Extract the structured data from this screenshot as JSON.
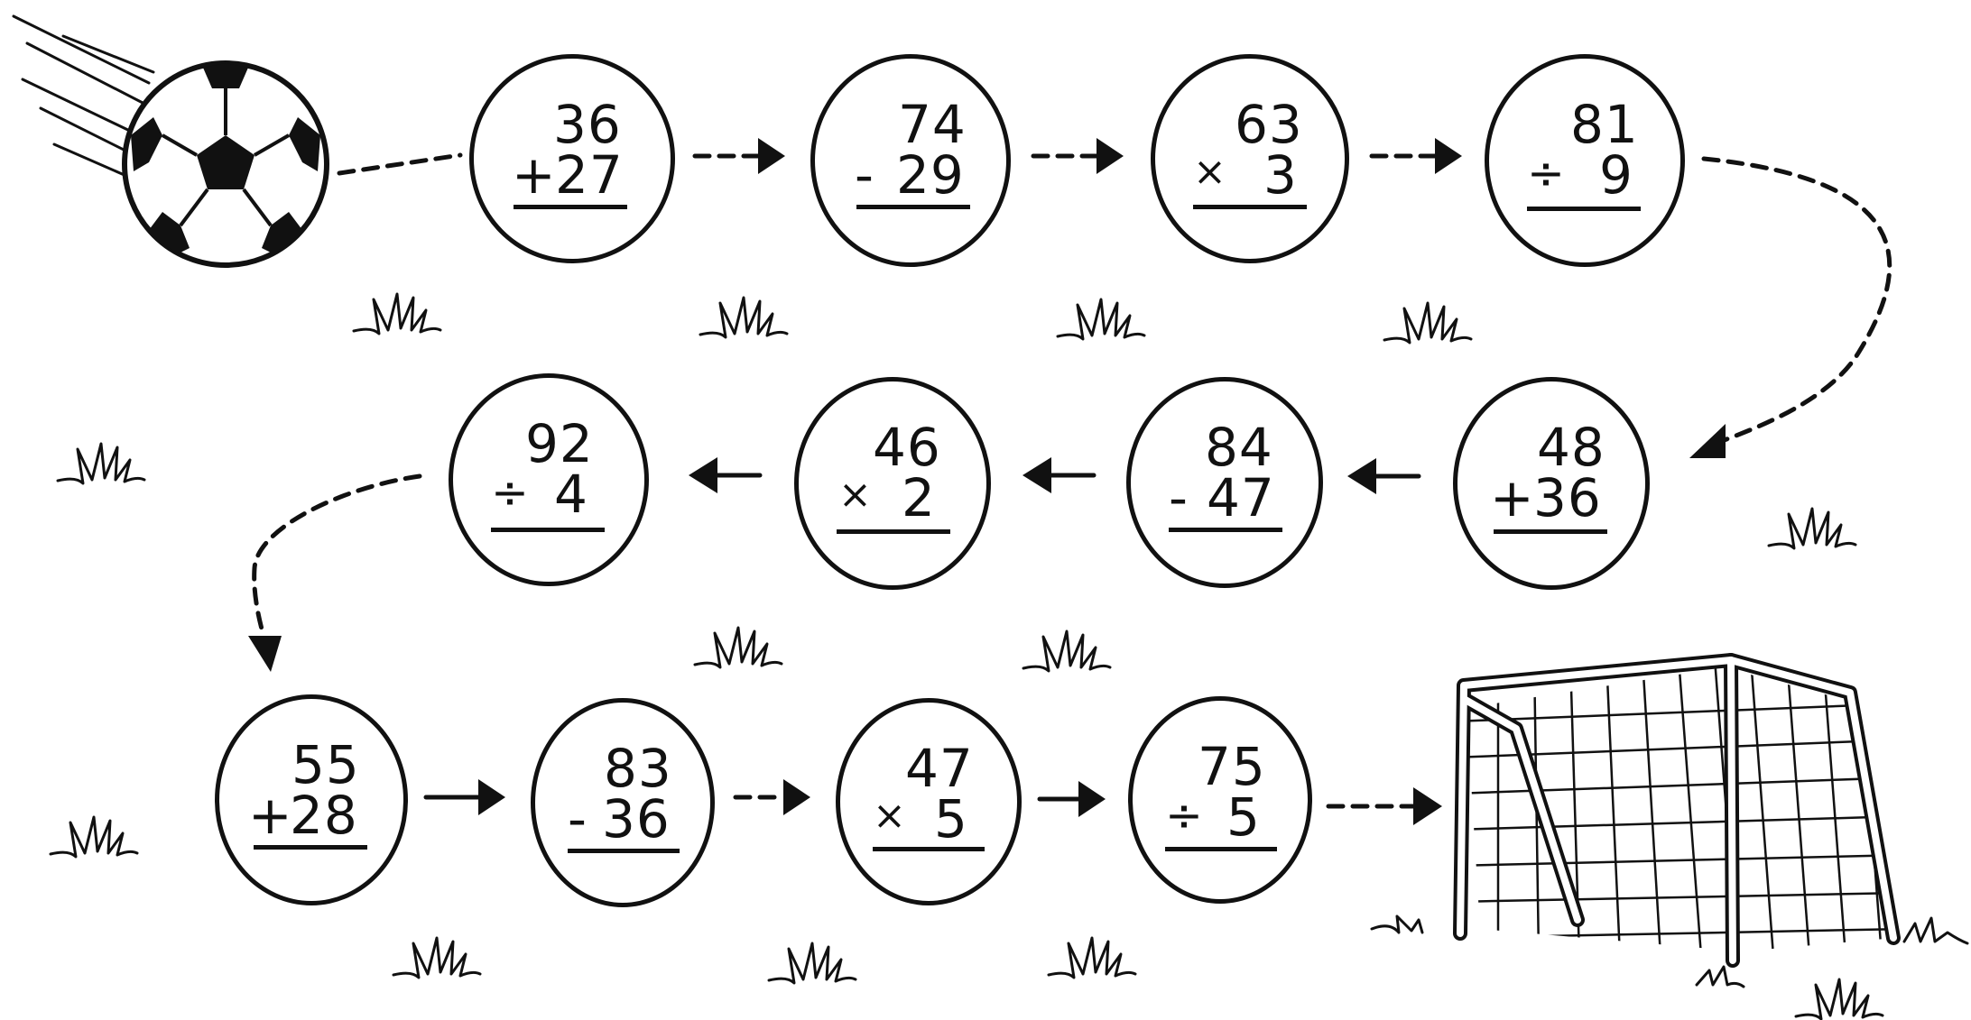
{
  "worksheet": {
    "decor": [
      "soccer-ball",
      "goal-net",
      "grass-tufts"
    ],
    "problems": [
      {
        "top": "36",
        "op": "+",
        "bottom": "27",
        "icon": "plus-icon"
      },
      {
        "top": "74",
        "op": "-",
        "bottom": "29",
        "icon": "minus-icon"
      },
      {
        "top": "63",
        "op": "×",
        "bottom": "3",
        "icon": "times-icon"
      },
      {
        "top": "81",
        "op": "÷",
        "bottom": "9",
        "icon": "divide-icon"
      },
      {
        "top": "48",
        "op": "+",
        "bottom": "36",
        "icon": "plus-icon"
      },
      {
        "top": "84",
        "op": "-",
        "bottom": "47",
        "icon": "minus-icon"
      },
      {
        "top": "46",
        "op": "×",
        "bottom": "2",
        "icon": "times-icon"
      },
      {
        "top": "92",
        "op": "÷",
        "bottom": "4",
        "icon": "divide-icon"
      },
      {
        "top": "55",
        "op": "+",
        "bottom": "28",
        "icon": "plus-icon"
      },
      {
        "top": "83",
        "op": "-",
        "bottom": "36",
        "icon": "minus-icon"
      },
      {
        "top": "47",
        "op": "×",
        "bottom": "5",
        "icon": "times-icon"
      },
      {
        "top": "75",
        "op": "÷",
        "bottom": "5",
        "icon": "divide-icon"
      }
    ]
  }
}
